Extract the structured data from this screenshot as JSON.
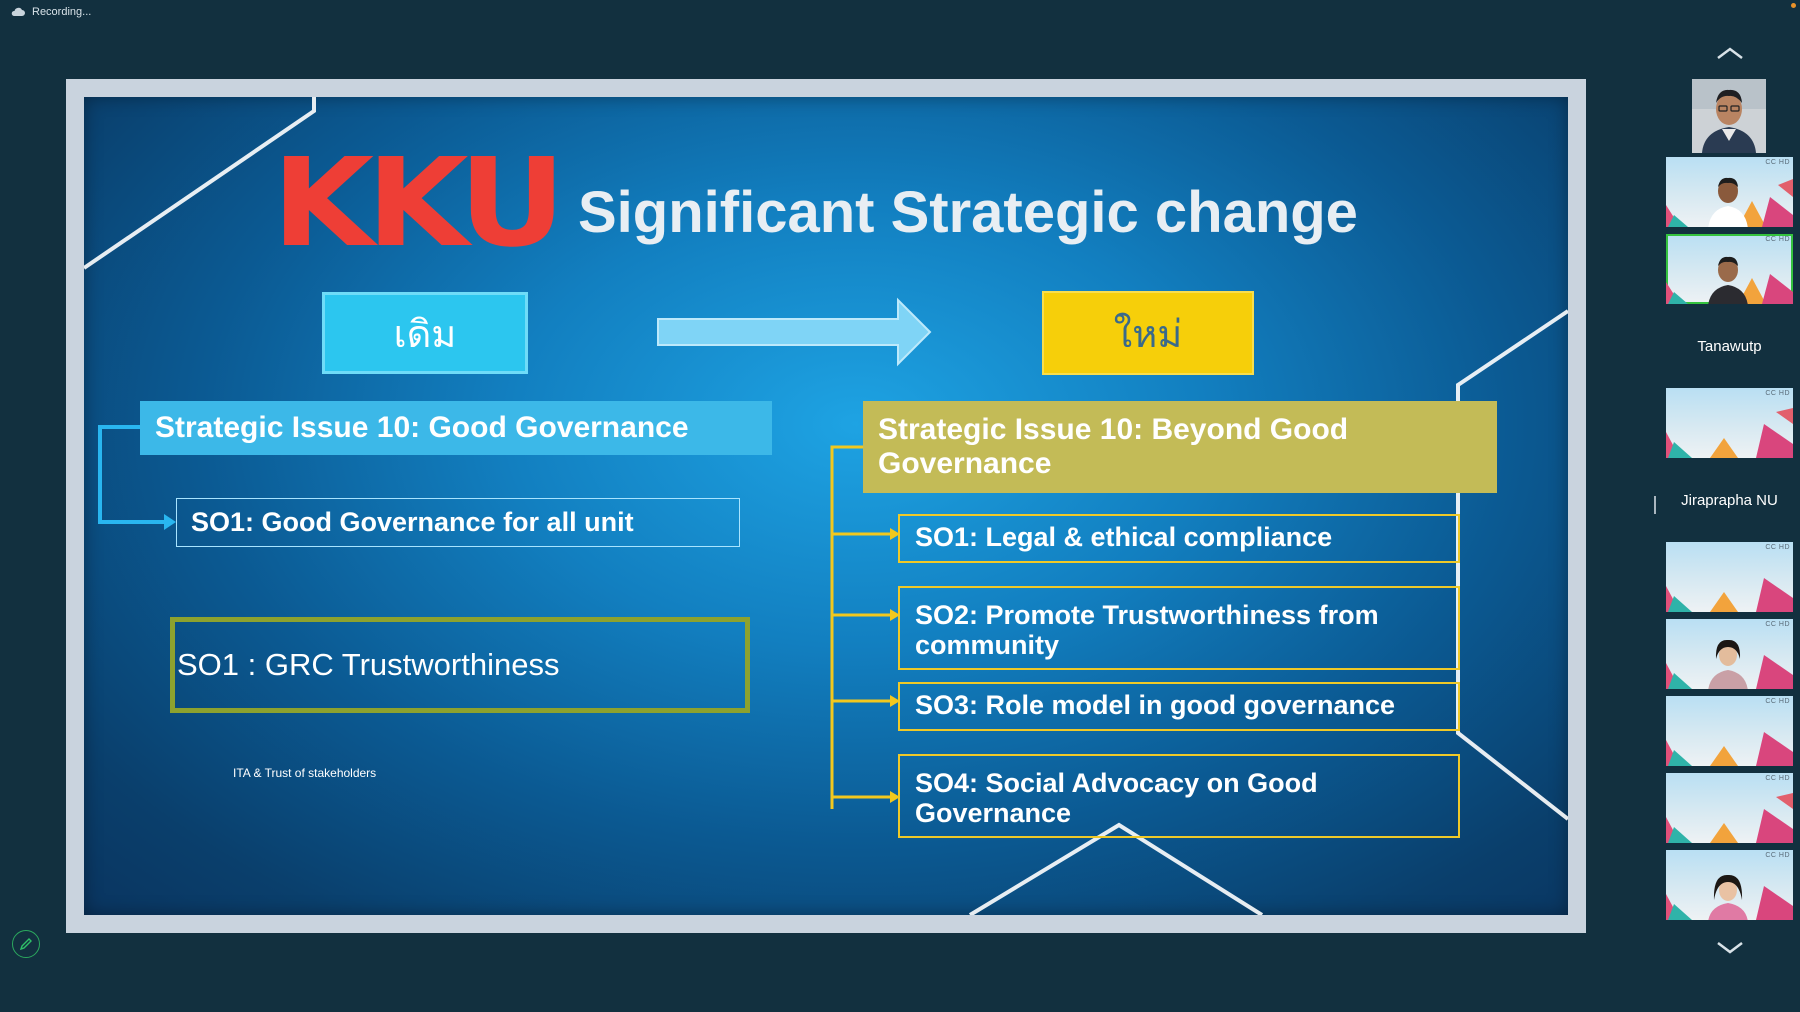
{
  "recording": {
    "label": "Recording..."
  },
  "slide": {
    "logo": "KKU",
    "title": "Significant Strategic change",
    "label_old": "เดิม",
    "label_new": "ใหม่",
    "old": {
      "issue": "Strategic Issue 10: Good Governance",
      "objective": "SO1: Good Governance for all unit",
      "grc": "SO1 : GRC Trustworthiness",
      "note": "ITA & Trust of stakeholders"
    },
    "new": {
      "issue": "Strategic Issue 10: Beyond Good Governance",
      "objectives": [
        "SO1: Legal & ethical compliance",
        "SO2: Promote Trustworthiness from community",
        "SO3: Role model in good governance",
        "SO4: Social Advocacy on Good Governance"
      ]
    }
  },
  "participants": {
    "names": [
      "Tanawutp",
      "Jiraprapha NU"
    ],
    "tile_badge": "CC HD"
  },
  "colors": {
    "old_accent": "#2cc6ef",
    "new_accent": "#f6cf0a",
    "logo": "#ee3e36",
    "active_speaker": "#34c23e"
  },
  "icons": [
    "cloud-recording-icon",
    "chevron-up-icon",
    "chevron-down-icon",
    "pen-icon",
    "right-arrow-icon"
  ]
}
